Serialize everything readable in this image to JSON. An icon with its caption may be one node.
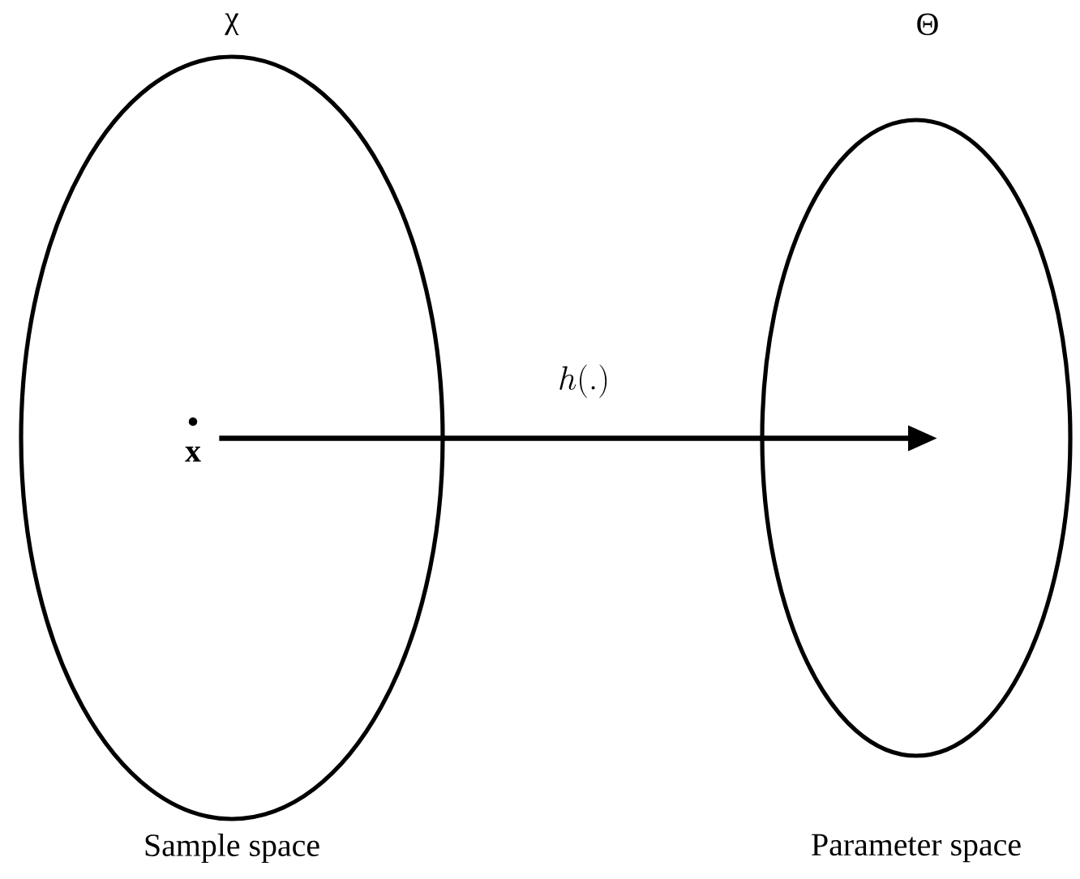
{
  "diagram": {
    "nodes": [
      {
        "text": [
          "χ",
          "Sample space"
        ]
      },
      {
        "text": [
          "Θ",
          "Parameter space"
        ]
      },
      {
        "text": [
          "x"
        ],
        "in": 0
      }
    ],
    "edges": [
      {
        "from": 2,
        "to": 1,
        "arrow": "to",
        "label": "h(.)"
      }
    ]
  }
}
